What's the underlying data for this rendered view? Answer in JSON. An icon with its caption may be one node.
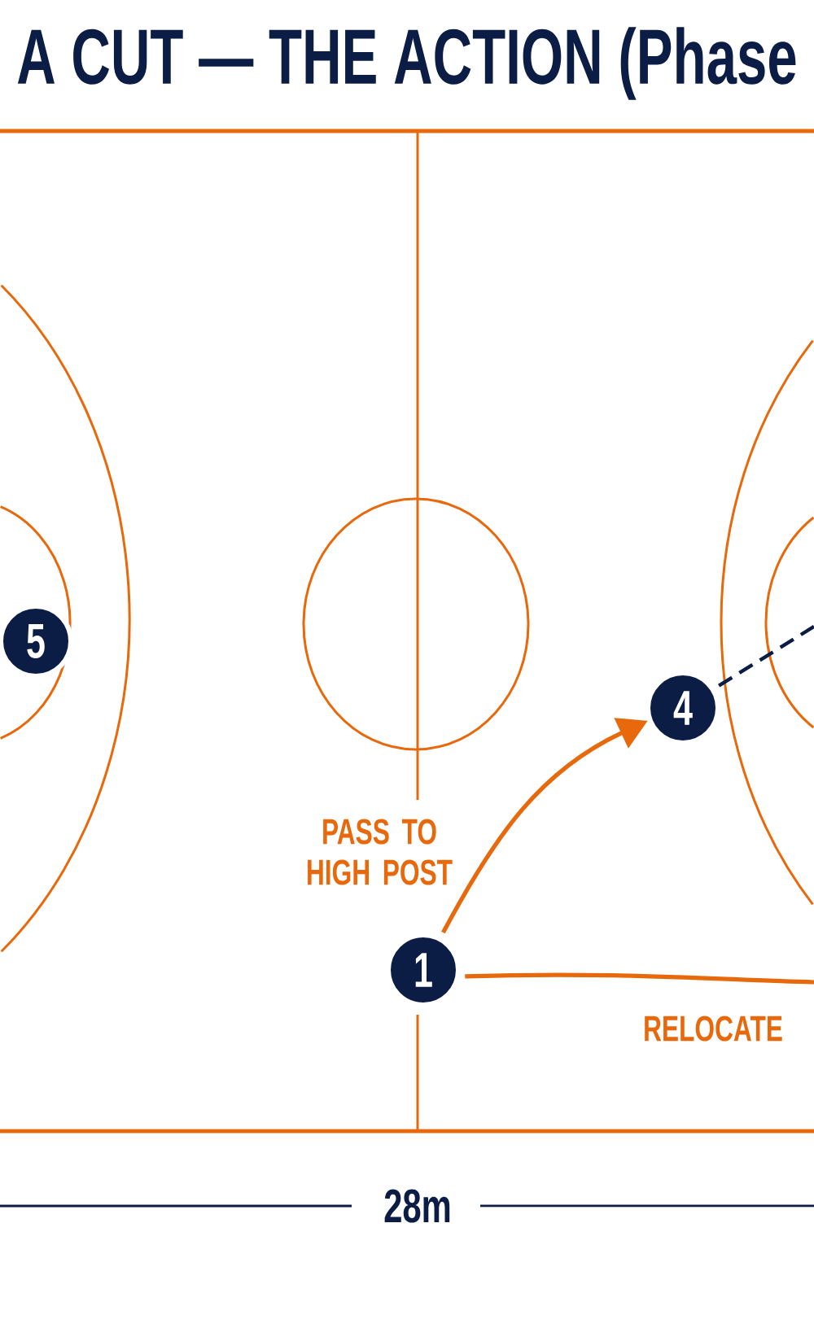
{
  "diagram": {
    "title": "A CUT — THE ACTION (Phase",
    "nodes": [
      {
        "text": [
          "5"
        ]
      },
      {
        "text": [
          "4"
        ]
      },
      {
        "text": [
          "1"
        ]
      }
    ],
    "edges": [
      {
        "from": 2,
        "to": 1,
        "arrow": "to",
        "label": "PASS TO HIGH POST"
      },
      {
        "from": 1,
        "to": null,
        "arrow": "none",
        "style": "dashed",
        "color": "#0b1d45"
      },
      {
        "from": 2,
        "to": null,
        "arrow": "none",
        "label": "RELOCATE"
      }
    ],
    "labels": [
      "28m"
    ]
  }
}
